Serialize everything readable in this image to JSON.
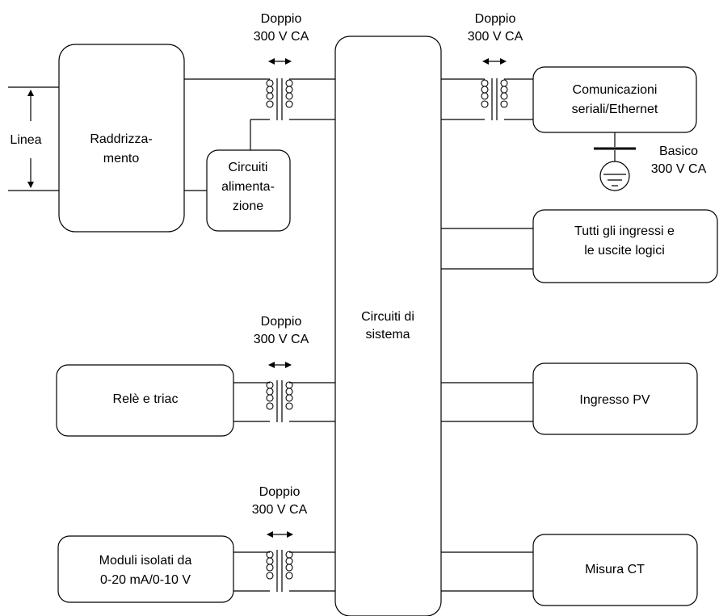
{
  "line": {
    "label": "Linea"
  },
  "rectifier": {
    "lines": [
      "Raddrizza-",
      "mento"
    ]
  },
  "power_circuits": {
    "lines": [
      "Circuiti",
      "alimenta-",
      "zione"
    ]
  },
  "system": {
    "lines": [
      "Circuiti di",
      "sistema"
    ]
  },
  "comms": {
    "lines": [
      "Comunicazioni",
      "seriali/Ethernet"
    ]
  },
  "logic_io": {
    "lines": [
      "Tutti gli ingressi e",
      "le uscite logici"
    ]
  },
  "relays": {
    "label": "Relè e triac"
  },
  "pv_input": {
    "label": "Ingresso PV"
  },
  "isolated_modules": {
    "lines": [
      "Moduli isolati da",
      "0-20 mA/0-10 V"
    ]
  },
  "ct": {
    "label": "Misura CT"
  },
  "insulation": {
    "double_1": [
      "Doppio",
      "300 V CA"
    ],
    "double_2": [
      "Doppio",
      "300 V CA"
    ],
    "double_3": [
      "Doppio",
      "300 V CA"
    ],
    "double_4": [
      "Doppio",
      "300 V CA"
    ],
    "basic": [
      "Basico",
      "300 V CA"
    ]
  }
}
